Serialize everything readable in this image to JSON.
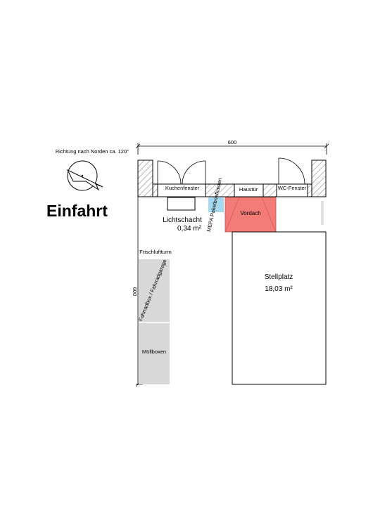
{
  "north": {
    "caption": "Richtung nach Norden ca. 120°"
  },
  "driveway": {
    "label": "Einfahrt"
  },
  "dimensions": {
    "width": "600",
    "depth": "600"
  },
  "labels": {
    "kitchen_window": "Kuchenfenster",
    "front_door": "Haustür",
    "wc_window": "WC-Fenster",
    "parcel_box": "MEFA Paketbriefkasten",
    "canopy": "Vordach",
    "light_shaft": "Lichtschacht",
    "light_shaft_area": "0,34 m²",
    "fresh_air_tower": "Frischluftturm",
    "bike_box": "Fahrradbox / Fahrradgarage",
    "bins": "Müllboxen",
    "parking": "Stellplatz",
    "parking_area": "18,03 m²"
  },
  "colors": {
    "canopy": "#f47c78",
    "parcel_box": "#a6d8f0",
    "storage": "#d8d8d8",
    "line": "#000000"
  }
}
